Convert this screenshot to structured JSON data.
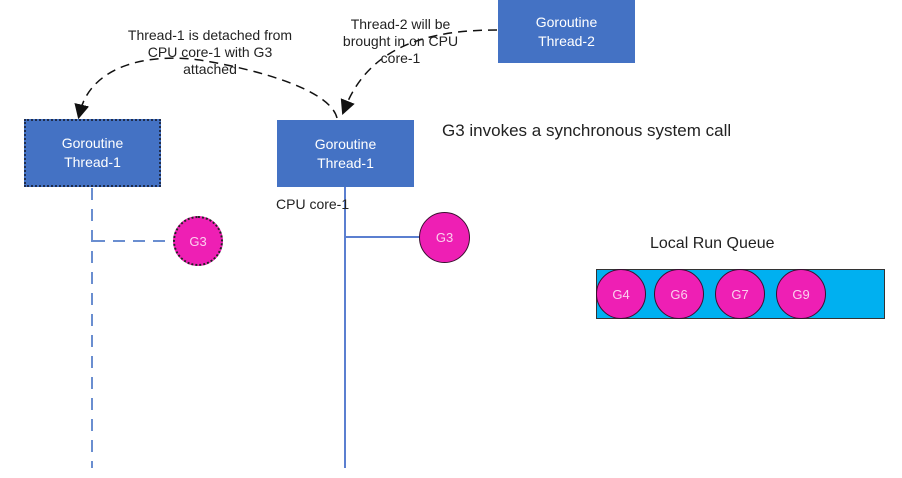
{
  "boxes": {
    "detached_thread": {
      "line1": "Goroutine",
      "line2": "Thread-1"
    },
    "core_thread": {
      "line1": "Goroutine",
      "line2": "Thread-1"
    },
    "thread2": {
      "line1": "Goroutine",
      "line2": "Thread-2"
    }
  },
  "annotations": {
    "detach_note": "Thread-1 is detached from\nCPU core-1 with G3\nattached",
    "bring_in_note": "Thread-2 will be\nbrought  in on CPU\ncore-1",
    "syscall_note": "G3 invokes a synchronous system call",
    "cpu_core_label": "CPU core-1",
    "queue_title": "Local Run Queue"
  },
  "goroutines": {
    "detached_g": "G3",
    "running_g": "G3",
    "queue": [
      "G4",
      "G6",
      "G7",
      "G9"
    ]
  },
  "colors": {
    "thread_blue": "#4472c4",
    "goroutine_pink": "#ee1fb4",
    "queue_cyan": "#00b0f0"
  }
}
